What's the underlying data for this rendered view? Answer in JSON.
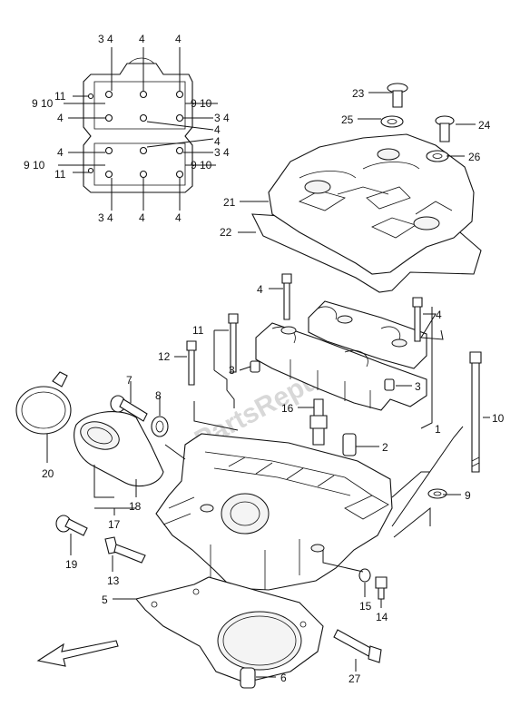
{
  "watermark": "PartsRepublik",
  "legend_labels": {
    "l34_tl": "3 4",
    "l4_tc": "4",
    "l4_tr": "4",
    "l11_a": "11",
    "l910_l1": "9 10",
    "l910_r1": "9 10",
    "l4_ml": "4",
    "l34_mr": "3 4",
    "l4_mr": "4",
    "l4_ml2": "4",
    "l34_mr2": "3 4",
    "l910_l2": "9 10",
    "l910_r2": "9 10",
    "l11_b": "11",
    "l34_bl": "3 4",
    "l4_bc": "4",
    "l4_br": "4"
  },
  "callouts": {
    "c23": "23",
    "c25": "25",
    "c24": "24",
    "c26": "26",
    "c21": "21",
    "c22": "22",
    "c4a": "4",
    "c4b": "4",
    "c11": "11",
    "c12": "12",
    "c3a": "3",
    "c3b": "3",
    "c7": "7",
    "c8": "8",
    "c16": "16",
    "c10": "10",
    "c1": "1",
    "c2": "2",
    "c20": "20",
    "c18": "18",
    "c17": "17",
    "c9": "9",
    "c19": "19",
    "c13": "13",
    "c5": "5",
    "c15": "15",
    "c14": "14",
    "c27": "27",
    "c6": "6"
  }
}
